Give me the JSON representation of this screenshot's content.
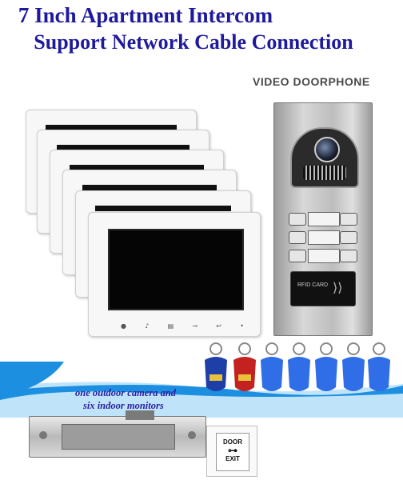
{
  "headline": {
    "line1": "7 Inch Apartment Intercom",
    "line2": "Support Network Cable Connection"
  },
  "doorphone": {
    "brand": "VIDEO DOORPHONE",
    "card_label": "RFID CARD",
    "call_buttons": 6
  },
  "monitors": {
    "count": 6,
    "buttons": [
      "●",
      "♪",
      "▤",
      "⊸",
      "↩",
      "•"
    ]
  },
  "tagline": {
    "line1": "one outdoor camera and",
    "line2": "six indoor monitors"
  },
  "tags": [
    {
      "color": "#1f3fa8",
      "label": "▬"
    },
    {
      "color": "#c42121",
      "label": "▬"
    },
    {
      "color": "#2f6ee6",
      "label": ""
    },
    {
      "color": "#2f6ee6",
      "label": ""
    },
    {
      "color": "#2f6ee6",
      "label": ""
    },
    {
      "color": "#2f6ee6",
      "label": ""
    },
    {
      "color": "#2f6ee6",
      "label": ""
    }
  ],
  "exit_button": {
    "line1": "DOOR",
    "line2": "EXIT",
    "key_icon": "key-icon"
  },
  "colors": {
    "headline": "#1f1a9c",
    "tagline": "#2a1fa0",
    "wave": "#1d8fe0"
  }
}
